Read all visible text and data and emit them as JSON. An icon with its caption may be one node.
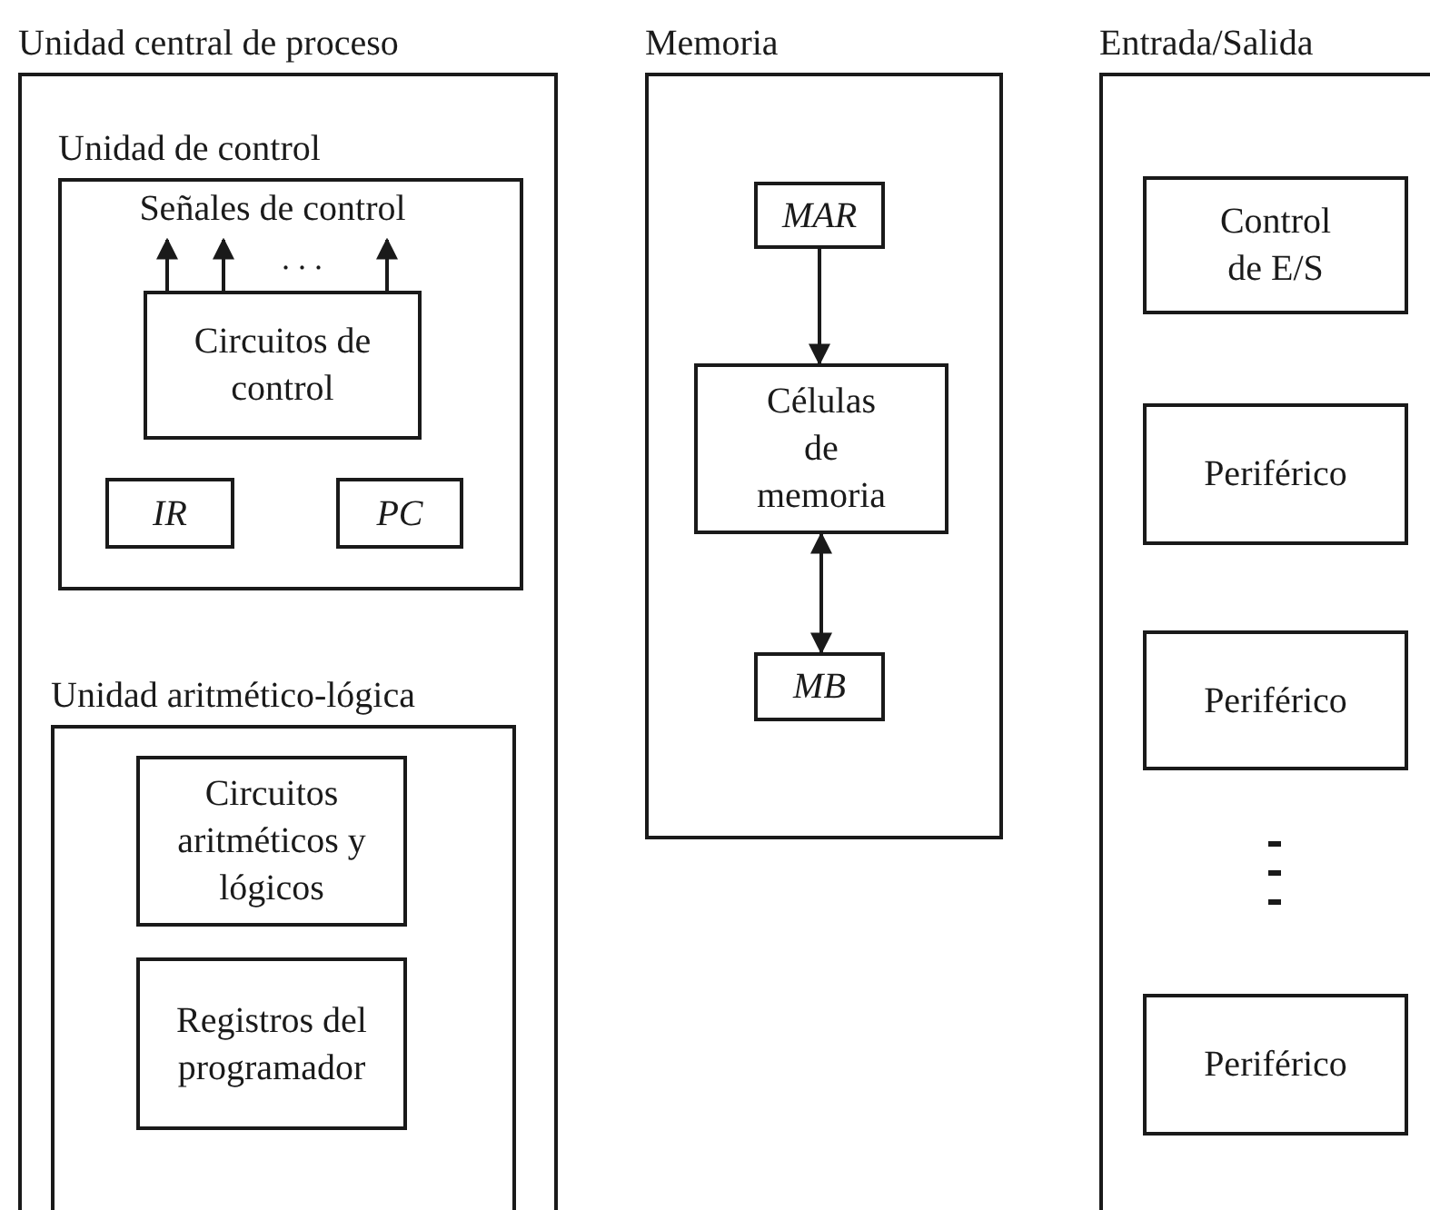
{
  "diagram": {
    "nodes": [
      {
        "text": [
          "Unidad central de proceso"
        ]
      },
      {
        "text": [
          "Unidad de control"
        ],
        "in": 0
      },
      {
        "text": [
          "Señales de control"
        ],
        "in": 1
      },
      {
        "text": [
          "Circuitos de control"
        ],
        "in": 1
      },
      {
        "text": [
          "IR"
        ],
        "in": 1
      },
      {
        "text": [
          "PC"
        ],
        "in": 1
      },
      {
        "text": [
          "Unidad aritmético-lógica"
        ],
        "in": 0
      },
      {
        "text": [
          "Circuitos aritméticos y lógicos"
        ],
        "in": 6
      },
      {
        "text": [
          "Registros del programador"
        ],
        "in": 6
      },
      {
        "text": [
          "Memoria"
        ]
      },
      {
        "text": [
          "MAR"
        ],
        "in": 9
      },
      {
        "text": [
          "Células de memoria"
        ],
        "in": 9
      },
      {
        "text": [
          "MB"
        ],
        "in": 9
      },
      {
        "text": [
          "Entrada/Salida"
        ]
      },
      {
        "text": [
          "Control de E/S"
        ],
        "in": 13
      },
      {
        "text": [
          "Periférico"
        ],
        "in": 13
      },
      {
        "text": [
          "Periférico"
        ],
        "in": 13
      },
      {
        "text": [
          "Periférico"
        ],
        "in": 13
      }
    ],
    "edges": [
      {
        "from": 3,
        "to": 2,
        "arrow": "to"
      },
      {
        "from": 3,
        "to": 2,
        "arrow": "to"
      },
      {
        "from": 3,
        "to": 2,
        "arrow": "to"
      },
      {
        "from": 10,
        "to": 11,
        "arrow": "to"
      },
      {
        "from": 11,
        "to": 12,
        "arrow": "both"
      }
    ],
    "labels": [
      ". . ."
    ]
  }
}
